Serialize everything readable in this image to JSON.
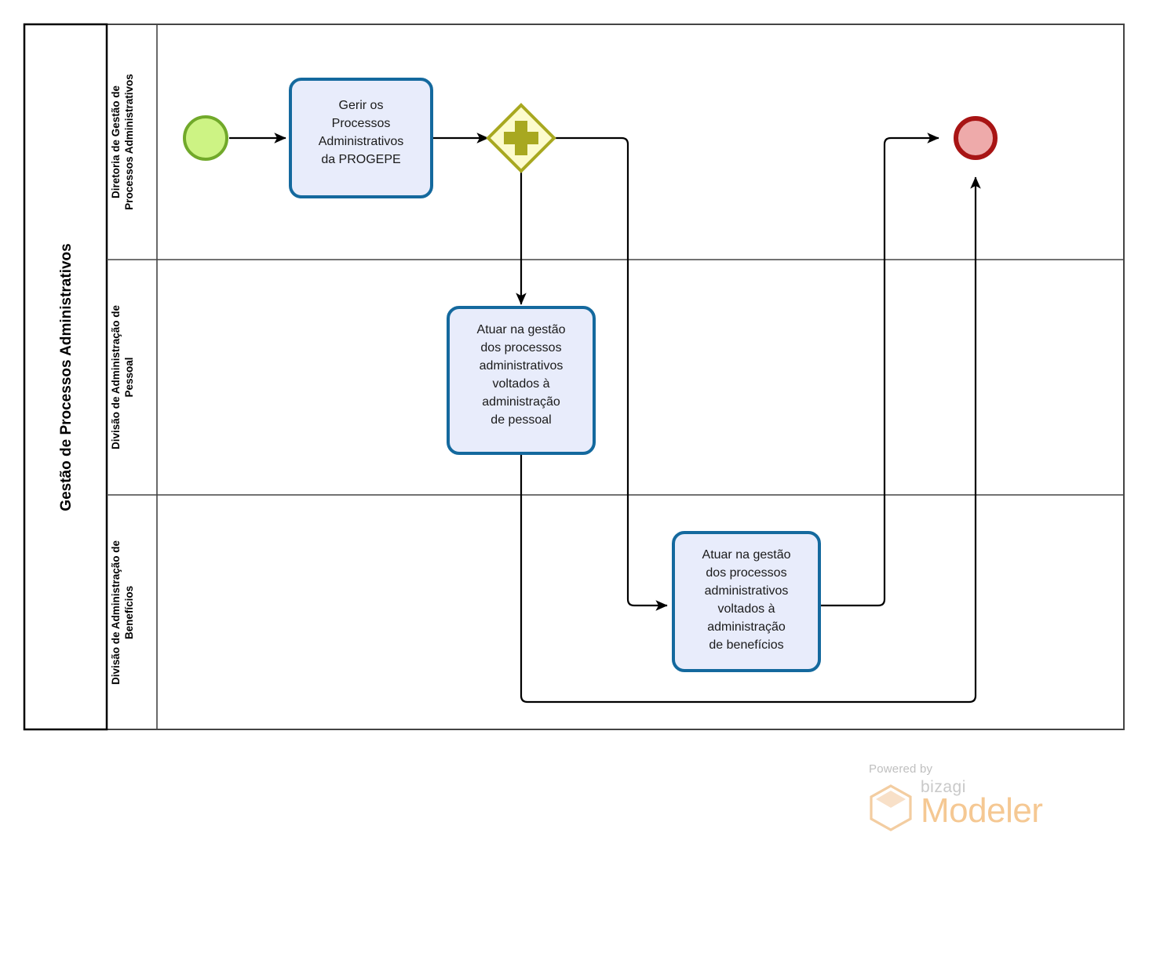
{
  "diagram": {
    "type": "bpmn-process-diagram",
    "pool": {
      "title": "Gestão de Processos Administrativos",
      "lanes": [
        {
          "id": "lane-diretoria",
          "title": "Diretoria de Gestão de Processos Administrativos"
        },
        {
          "id": "lane-pessoal",
          "title": "Divisão de Administração de Pessoal"
        },
        {
          "id": "lane-beneficios",
          "title": "Divisão de Administração de Benefícios"
        }
      ]
    },
    "elements": {
      "start_event": {
        "name": "start-event",
        "label": ""
      },
      "task_gerir": {
        "label": "Gerir os Processos Administrativos da PROGEPE",
        "lines": [
          "Gerir os",
          "Processos",
          "Administrativos",
          "da PROGEPE"
        ]
      },
      "gateway_parallel": {
        "name": "parallel-gateway",
        "symbol": "+",
        "label": ""
      },
      "task_pessoal": {
        "label": "Atuar na gestão dos processos administrativos voltados à administração de pessoal",
        "lines": [
          "Atuar na gestão",
          "dos processos",
          "administrativos",
          "voltados à",
          "administração",
          "de pessoal"
        ]
      },
      "task_beneficios": {
        "label": "Atuar na gestão dos processos administrativos voltados à administração de benefícios",
        "lines": [
          "Atuar na gestão",
          "dos processos",
          "administrativos",
          "voltados à",
          "administração",
          "de benefícios"
        ]
      },
      "end_event": {
        "name": "end-event",
        "label": ""
      }
    },
    "colors": {
      "start_fill": "#cdf384",
      "start_stroke": "#71a92a",
      "end_fill": "#eeaaaa",
      "end_stroke": "#a81414",
      "gateway_fill": "#fcfbcc",
      "gateway_stroke": "#a8a820",
      "task_fill": "#e8ecfb",
      "task_stroke": "#14699e",
      "flow_stroke": "#000000",
      "pool_stroke": "#444444"
    }
  },
  "footer": {
    "powered_by": "Powered by",
    "brand_small": "bizagi",
    "brand_large": "Modeler"
  }
}
